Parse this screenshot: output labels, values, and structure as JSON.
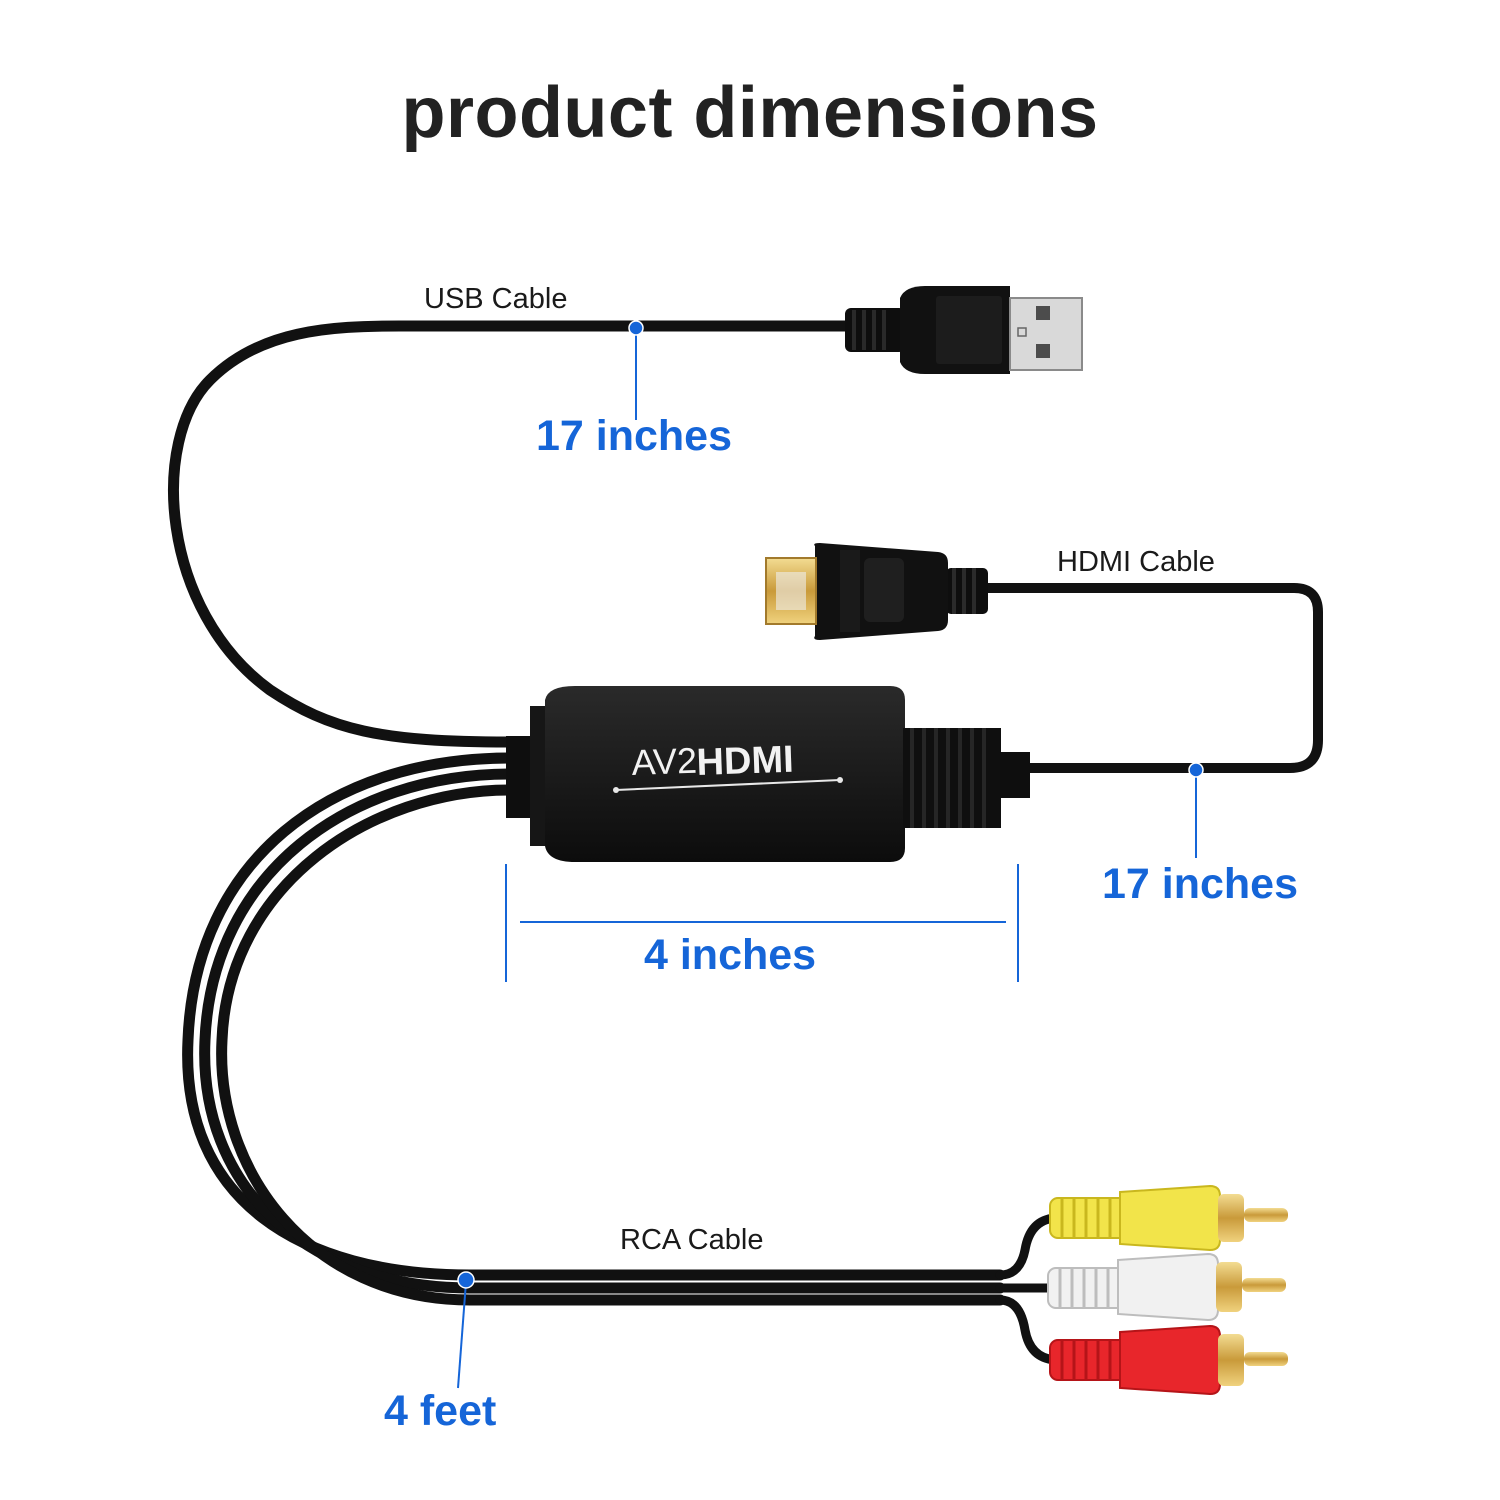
{
  "title": "product dimensions",
  "cables": {
    "usb": {
      "label": "USB Cable",
      "length": "17 inches"
    },
    "hdmi": {
      "label": "HDMI Cable",
      "length": "17 inches"
    },
    "rca": {
      "label": "RCA Cable",
      "length": "4 feet"
    }
  },
  "box": {
    "brand_prefix": "AV2",
    "brand_suffix": "HDMI",
    "width": "4 inches"
  },
  "colors": {
    "accent": "#1565d8",
    "cable": "#111111",
    "rca_yellow": "#f2e44a",
    "rca_white": "#f1f1f1",
    "rca_red": "#e8262b",
    "gold": "#d9b45a"
  }
}
